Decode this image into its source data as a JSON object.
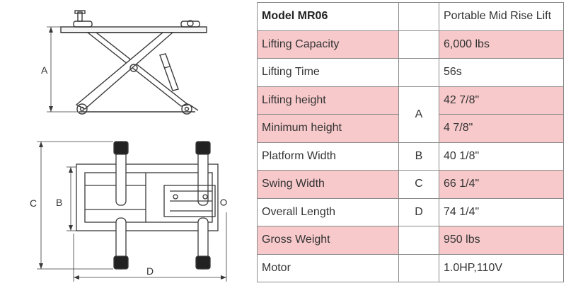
{
  "drawings": {
    "side_view": {
      "dimension_label": "A"
    },
    "top_view": {
      "dimension_labels": [
        "B",
        "C",
        "D"
      ]
    },
    "colors": {
      "line": "#3a3a3a",
      "tire_dark": "#222222"
    }
  },
  "table": {
    "pink_color": "#f7c9cb",
    "rows": [
      {
        "label": "Model MR06",
        "ref": "",
        "value": "Portable Mid Rise Lift",
        "pink": false,
        "bold": true
      },
      {
        "label": "Lifting Capacity",
        "ref": "",
        "value": "6,000 lbs",
        "pink": true
      },
      {
        "label": "Lifting Time",
        "ref": "",
        "value": "56s",
        "pink": false
      },
      {
        "label": "Lifting height",
        "ref": "A",
        "value": "42 7/8\"",
        "pink": true
      },
      {
        "label": "Minimum height",
        "ref": "",
        "value": "4 7/8\"",
        "pink": true
      },
      {
        "label": "Platform Width",
        "ref": "B",
        "value": "40 1/8\"",
        "pink": false
      },
      {
        "label": "Swing Width",
        "ref": "C",
        "value": "66 1/4\"",
        "pink": true
      },
      {
        "label": "Overall Length",
        "ref": "D",
        "value": "74 1/4\"",
        "pink": false
      },
      {
        "label": "Gross Weight",
        "ref": "",
        "value": "950 lbs",
        "pink": true
      },
      {
        "label": "Motor",
        "ref": "",
        "value": "1.0HP,110V",
        "pink": false
      }
    ]
  }
}
